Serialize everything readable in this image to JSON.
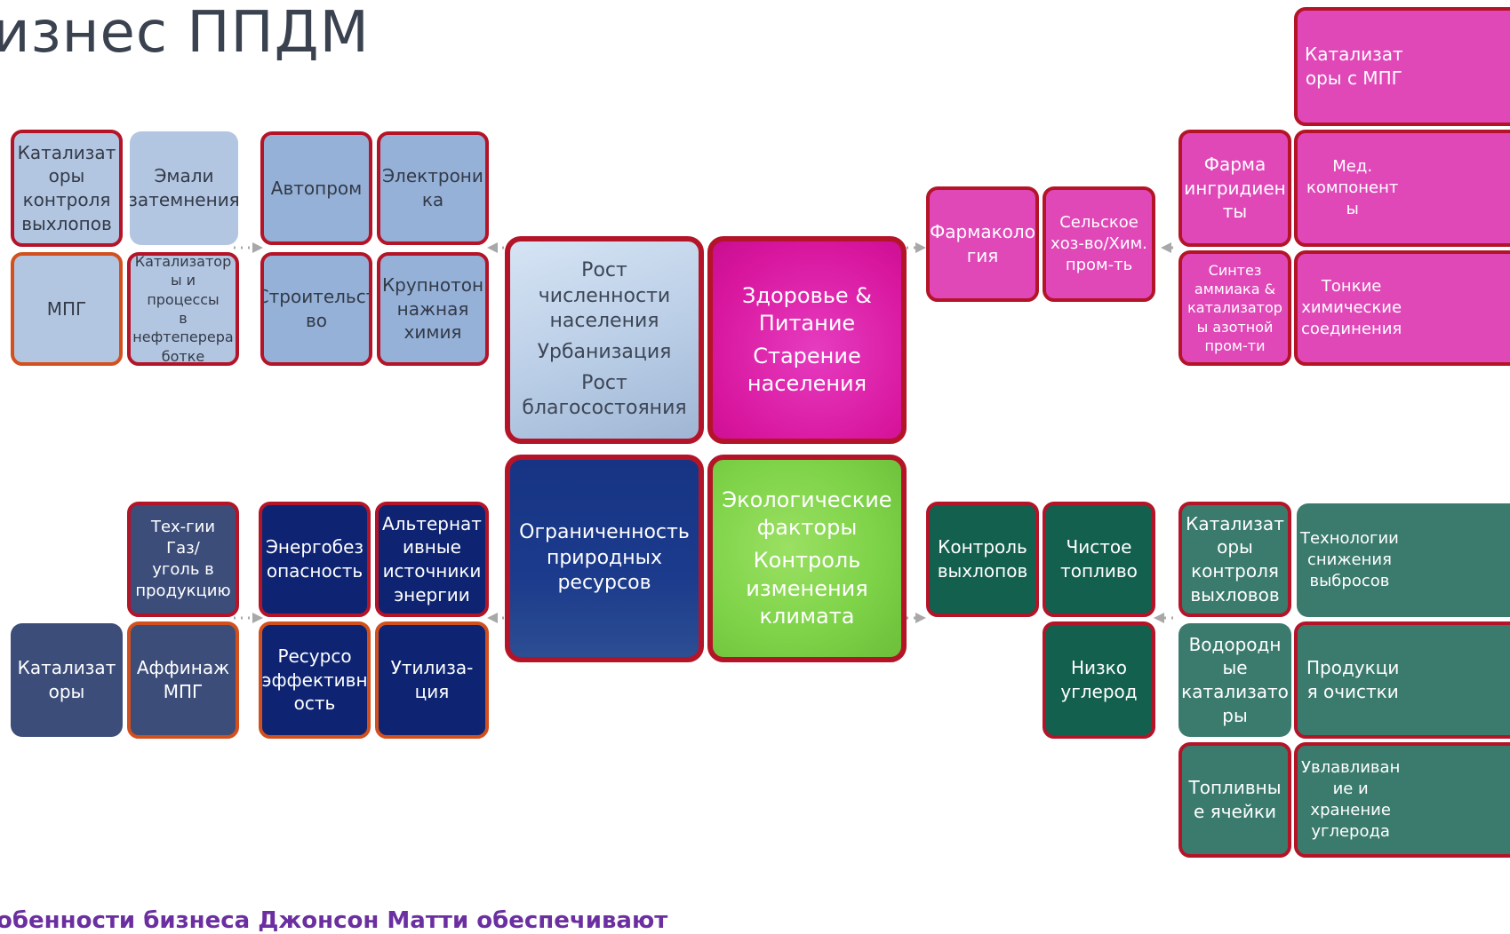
{
  "title": "изнес ППДМ",
  "subtitle": "обенности бизнеса Джонсон Матти обеспечивают",
  "colors": {
    "red_border": "#b41428",
    "orange_border": "#d2501e",
    "pink": "#e048b8",
    "navy": "#0e2472",
    "green": "#7ed348",
    "dark_green": "#13604f"
  },
  "center": {
    "top_left": {
      "lines": [
        "Рост\nчисленности\nнаселения",
        "Урбанизация",
        "Рост\nблагосостояния"
      ]
    },
    "top_right": {
      "lines": [
        "Здоровье &\nПитание",
        "Старение\nнаселения"
      ]
    },
    "bottom_left": {
      "lines": [
        "Ограниченность\nприродных\nресурсов"
      ]
    },
    "bottom_right": {
      "lines": [
        "Экологические\nфакторы",
        "Контроль\nизменения\nклимата"
      ]
    }
  },
  "tiles": {
    "kat_vyhl_1": "Катализат\nоры\nконтроля\nвыхлопов",
    "emali": "Эмали\nзатемнения",
    "mpg_1": "МПГ",
    "kat_neft": "Катализатор\nы и процессы\nв\nнефтеперера\nботке",
    "avtoprom": "Автопром",
    "elektronika": "Электрони\nка",
    "stroitelstvo": "Строительст\nво",
    "khimiya": "Крупнотон\nнажная\nхимия",
    "farmakologiya": "Фармаколо\nгия",
    "selskoe": "Сельское\nхоз-во/Хим.\nпром-ть",
    "farma_ingr": "Фарма\nингридиен\nты",
    "med_komp": "Мед.\nкомпонент\nы",
    "kat_mpg": "Катализат\nоры с МПГ",
    "sintez": "Синтез\nаммиака &\nкатализатор\nы азотной\nпром-ти",
    "tonkie": "Тонкие\nхимические\nсоединения",
    "gaz_ugol": "Тех-гии Газ/\nуголь в\nпродукцию",
    "katalizatory": "Катализат\nоры",
    "affinazh": "Аффинаж\nМПГ",
    "energobez": "Энергобез\nопасность",
    "alternat": "Альтернат\nивные\nисточники\nэнергии",
    "resurso": "Ресурсо\nэффективн\nость",
    "utilizaciya": "Утилиза-\nция",
    "kontrol_vyhl": "Контроль\nвыхлопов",
    "chistoe": "Чистое\nтопливо",
    "nizko": "Низко\nуглерод",
    "kat_vyhl_2": "Катализат\nоры\nконтроля\nвыхловов",
    "tekh_snizh": "Технологии\nснижения\nвыбросов",
    "vodorod": "Водородн\nые\nкатализато\nры",
    "produkciya": "Продукци\nя очистки",
    "toplivnye": "Топливны\nе ячейки",
    "uvlavlivanie": "Увлавливан\nие и\nхранение\nуглерода"
  }
}
